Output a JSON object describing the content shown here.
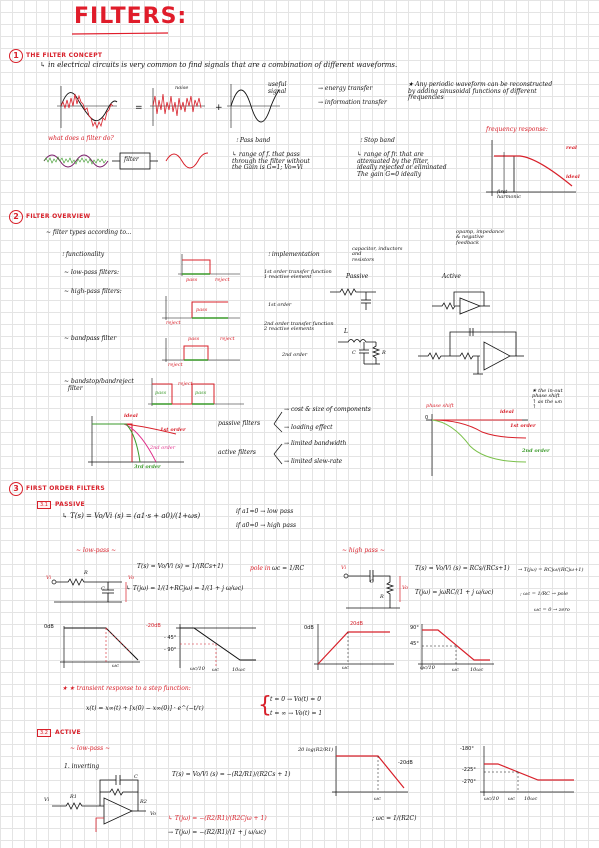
{
  "title": "FILTERS:",
  "colors": {
    "accent": "#d8202a",
    "green": "#3a9a2a",
    "grid": "#e4e4e4"
  },
  "s1": {
    "number": "1",
    "heading": "THE FILTER CONCEPT",
    "intro": "↳ in electrical circuits is very common to find signals that are a combination of different waveforms.",
    "useful_signal": "useful\nsignal",
    "energy_transfer": "→ energy transfer",
    "information_transfer": "→ information transfer",
    "fourier_note": "★ Any periodic waveform can be reconstructed\nby adding sinusoidal functions of different\nfrequencies",
    "noise": "noise",
    "question": "what does a filter do?",
    "filter_label": "filter",
    "pass_band": "Pass band",
    "pass_band_text": "↳ range of f. that pass\nthrough the filter without\nthe Gain is G=1; Vo=Vi",
    "stop_band": "Stop band",
    "stop_band_text": "↳ range of fr. that are\nattenuated by the filter,\nideally rejected or eliminated\nThe gain G=0 ideally",
    "freq_response": "frequency response:",
    "real": "real",
    "ideal": "ideal",
    "first_harmonic": "first\nharmonic"
  },
  "s2": {
    "number": "2",
    "heading": "FILTER OVERVIEW",
    "intro": "~ filter types according to...",
    "functionality": "functionality",
    "low_pass": "~ low-pass filters:",
    "high_pass": "~ high-pass filters:",
    "bandpass": "~ bandpass filter",
    "bandstop": "~ bandstop/bandreject\n  filter",
    "pass": "pass",
    "reject": "reject",
    "implementation": "implementation",
    "first_order_note": "1st order transfer function\n1 reactive element",
    "capacitor_note": "capacitor, inductors\nand\nresistors",
    "opamp_note": "opamp, impedance\n& negative\nfeedback",
    "passive": "Passive",
    "active": "Active",
    "first_order": "1st order",
    "second_order_note": "2nd order transfer function\n2 reactive elements",
    "second_order": "2nd order",
    "L": "L",
    "C": "C",
    "R": "R",
    "ideal": "ideal",
    "first_order_curve": "1st order",
    "second_order_curve": "2nd order",
    "third_order_curve": "3rd order",
    "passive_filters": "passive filters",
    "active_filters": "active filters",
    "cost_size": "cost & size of components",
    "loading_effect": "loading effect",
    "limited_bandwidth": "limited bandwidth",
    "limited_slew": "limited slew-rate",
    "phase_shift": "phase shift",
    "phase_note": "★ the in-out\nphase shift\n↑ as the ωn\n↑",
    "zero": "0"
  },
  "s3": {
    "number": "3",
    "heading": "FIRST ORDER FILTERS",
    "passive_num": "3.1",
    "passive_label": "PASSIVE",
    "tf_general": "↳ T(s) = Vo/Vi (s) = (a1·s + a0)/(1+ωs)",
    "if_a1": "if a1=0 → low pass",
    "if_a0": "if a0=0 → high pass",
    "low_pass_head": "~ low-pass ~",
    "high_pass_head": "~ high pass ~",
    "lp_tf": "T(s) = Vo/Vi (s) = 1/(RCs+1)",
    "lp_pole": "pole in",
    "lp_wc": "ωc = 1/RC",
    "lp_tjw": "↳ T(jω) = 1/(1+RCjω) = 1/(1 + j ω/ωc)",
    "hp_tf": "T(s) = Vo/Vi (s) = RCs/(RCs+1)",
    "hp_tjw_right": "→ T(jω) = RCjω/(RCjω+1)",
    "hp_tjw": "T(jω) = jωRC/(1 + j ω/ωc)",
    "hp_wc": "; ωc = 1/RC → pole",
    "hp_zero": "ωc = 0 → zero",
    "odb": "0dB",
    "m20db": "-20dB",
    "m45": "- 45°",
    "m90": "- 90°",
    "p20db": "20dB",
    "p90": "90°",
    "p45": "45°",
    "wc": "ωc",
    "wc10": "ωc/10",
    "wc10x": "10ωc",
    "transient": "★ ★ transient response to a step function:",
    "transient_eq": "x(t) = x∞(t) + [x(0) − x∞(0)] · e^(−t/τ)",
    "t0": "t = 0 → Vo(t) = 0",
    "tinf": "t = ∞ → Vo(t) = 1",
    "vi": "Vi",
    "vo": "Vo",
    "active_num": "3.2",
    "active_label": "ACTIVE",
    "active_lp": "~ low-pass ~",
    "inverting": "1. inverting",
    "R1": "R1",
    "R2": "R2",
    "inv_tf": "T(s) = Vo/Vi (s) = −(R2/R1)/(R2Cs + 1)",
    "inv_tjw": "↳ T(jω) = −(R2/R1)/(R2Cjω + 1)",
    "inv_tjw2": "→ T(jω) = −(R2/R1)/(1 + j ω/ωc)",
    "inv_wc": "; ωc = 1/(R2C)",
    "gain_axis": "20 log(R2/R1)",
    "m180": "-180°",
    "m225": "-225°",
    "m270": "-270°"
  }
}
